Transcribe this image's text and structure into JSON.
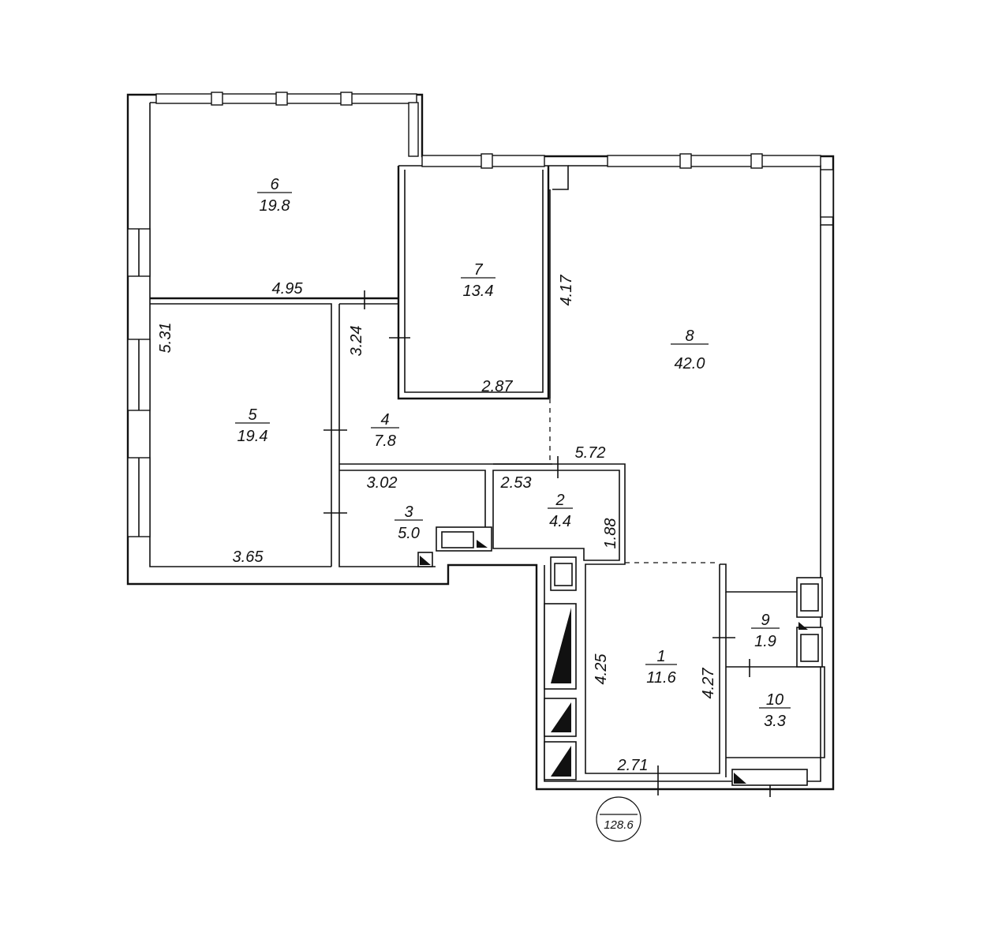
{
  "plan": {
    "total_area": "128.6",
    "rooms": [
      {
        "number": "1",
        "area": "11.6"
      },
      {
        "number": "2",
        "area": "4.4"
      },
      {
        "number": "3",
        "area": "5.0"
      },
      {
        "number": "4",
        "area": "7.8"
      },
      {
        "number": "5",
        "area": "19.4"
      },
      {
        "number": "6",
        "area": "19.8"
      },
      {
        "number": "7",
        "area": "13.4"
      },
      {
        "number": "8",
        "area": "42.0"
      },
      {
        "number": "9",
        "area": "1.9"
      },
      {
        "number": "10",
        "area": "3.3"
      }
    ],
    "dimensions": [
      "4.95",
      "5.31",
      "3.65",
      "3.24",
      "2.87",
      "4.17",
      "5.72",
      "3.02",
      "2.53",
      "1.88",
      "4.25",
      "4.27",
      "2.71"
    ]
  }
}
